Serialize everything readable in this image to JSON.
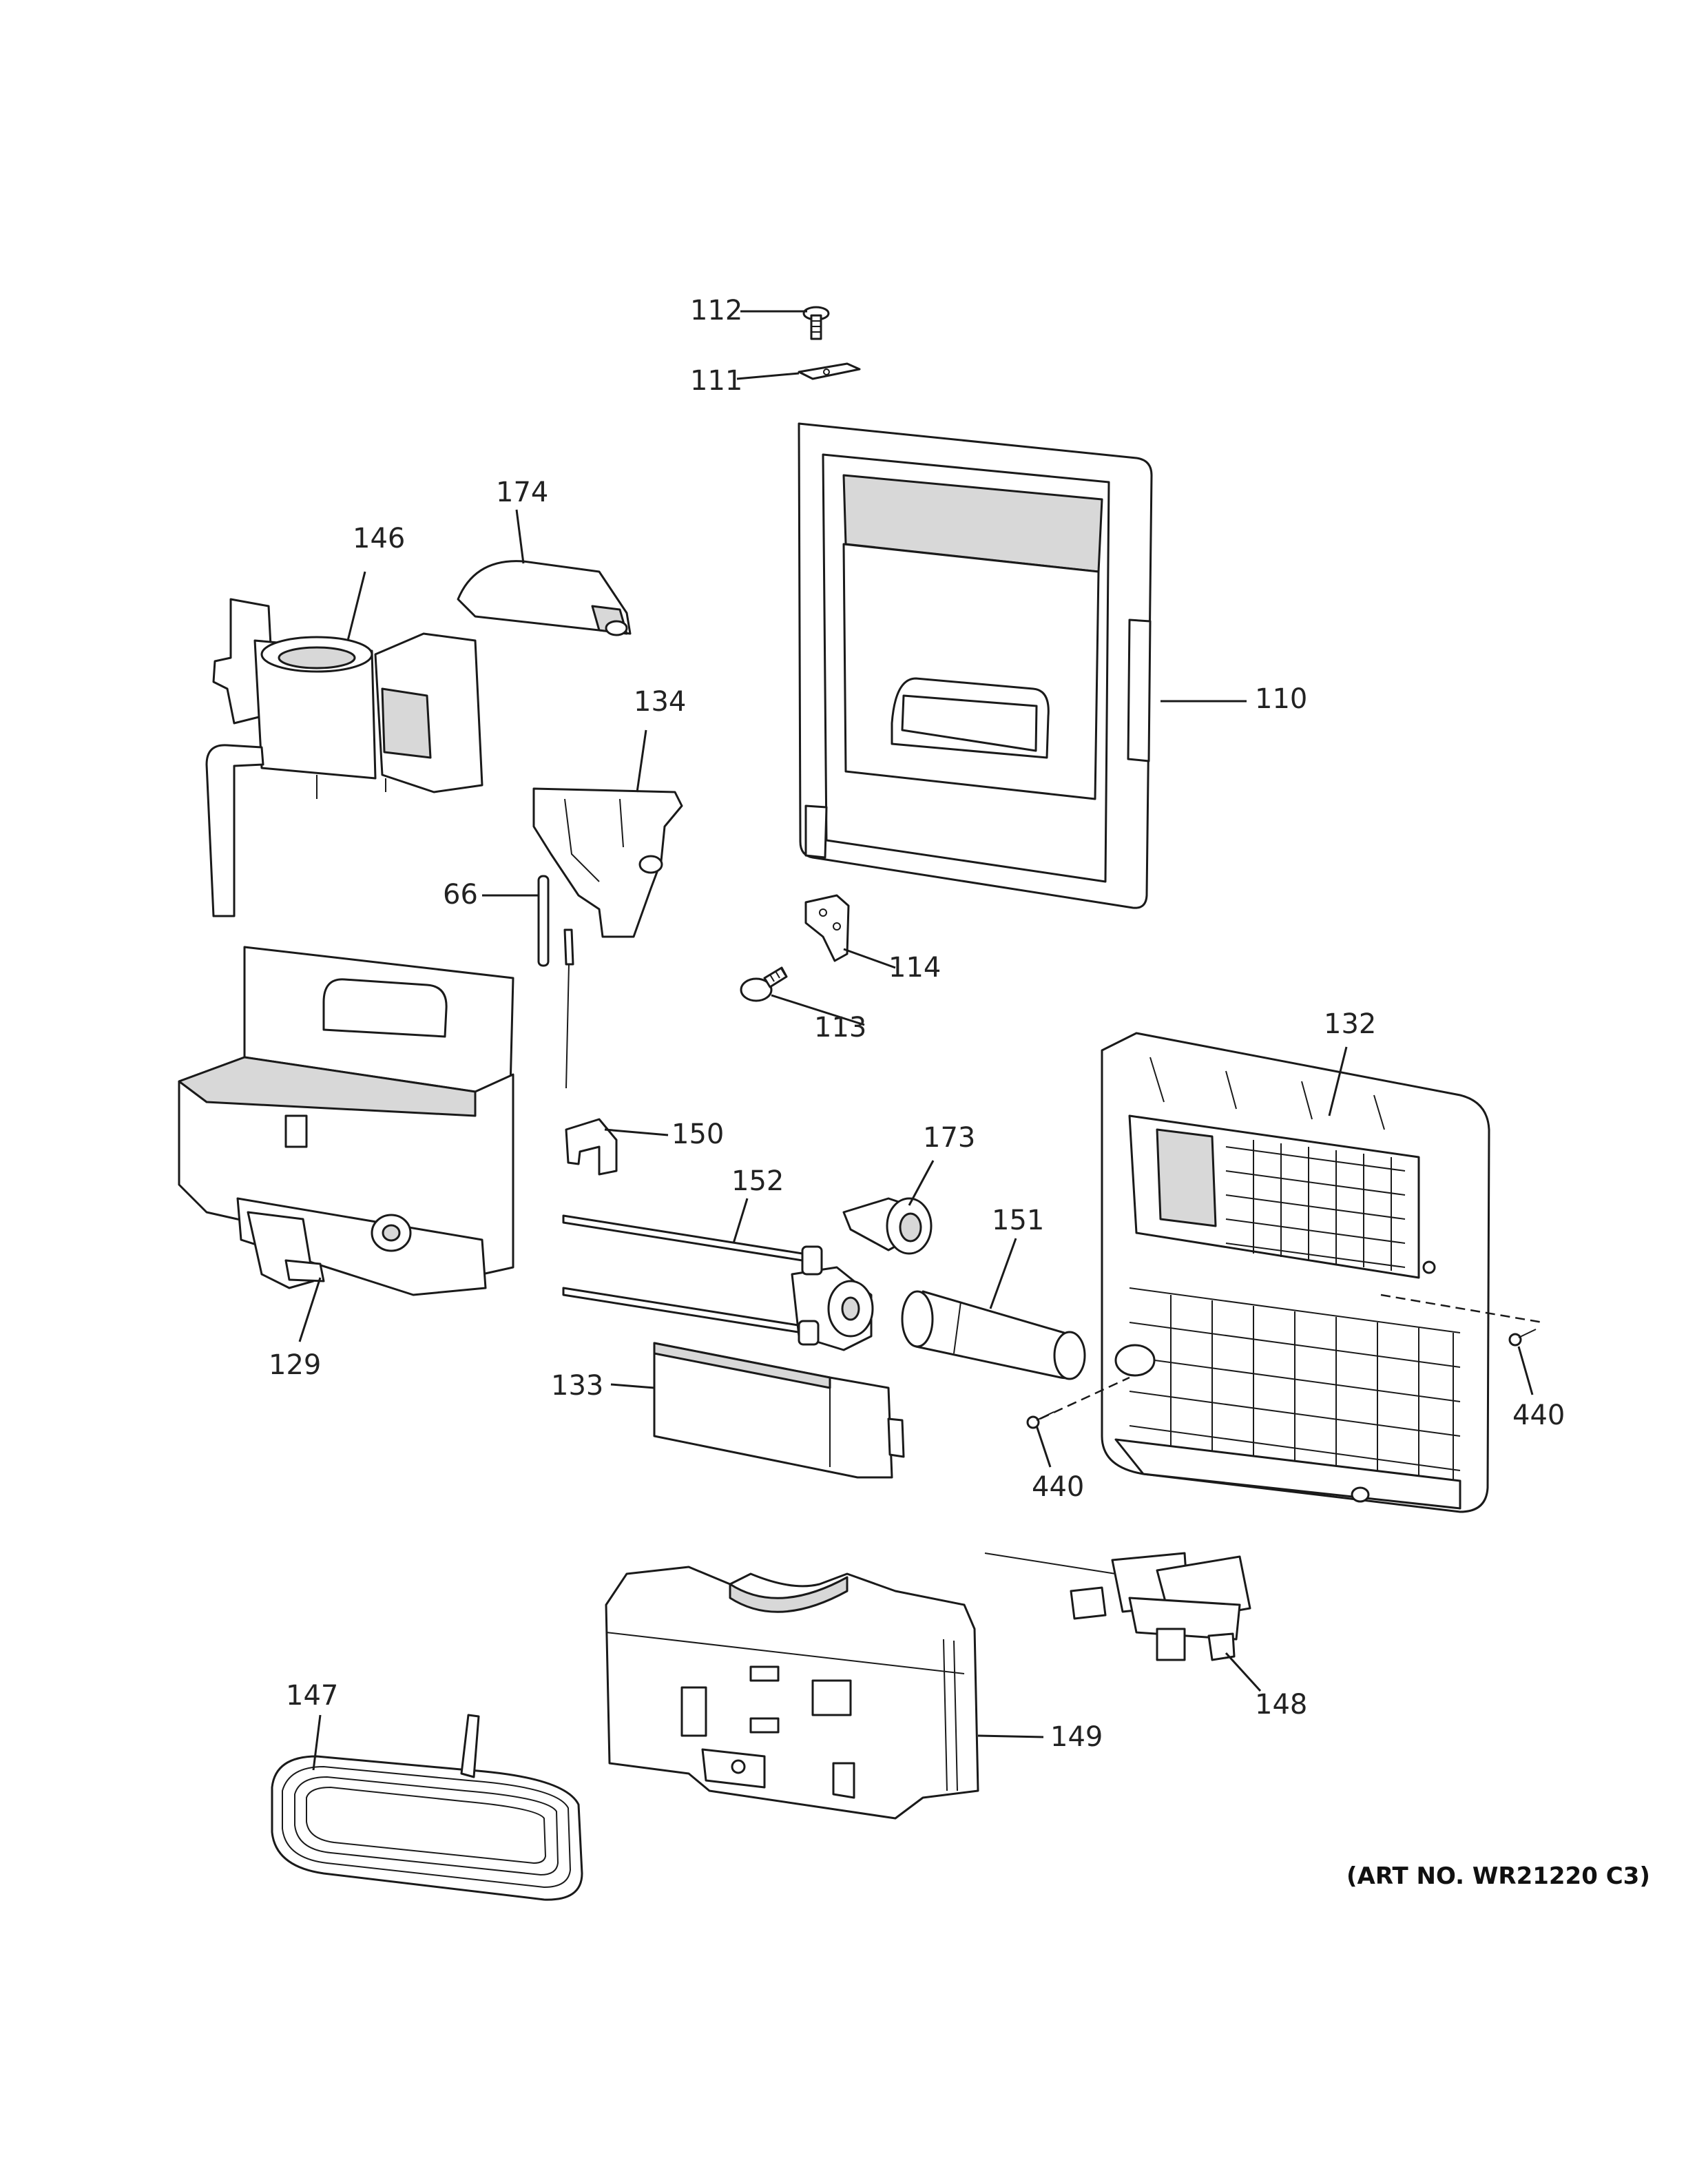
{
  "callouts": {
    "c112": "112",
    "c111": "111",
    "c174": "174",
    "c146": "146",
    "c134": "134",
    "c110": "110",
    "c66": "66",
    "c114": "114",
    "c113": "113",
    "c132": "132",
    "c150": "150",
    "c173": "173",
    "c152": "152",
    "c151": "151",
    "c129": "129",
    "c133": "133",
    "c440a": "440",
    "c440b": "440",
    "c148": "148",
    "c147": "147",
    "c149": "149"
  },
  "art_number": "(ART NO. WR21220 C3)"
}
